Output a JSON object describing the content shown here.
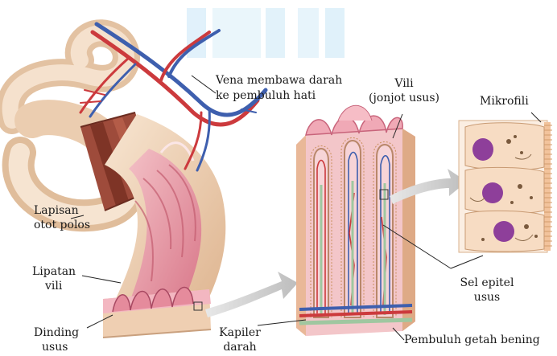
{
  "labels": {
    "vena": [
      "Vena membawa darah",
      "ke pembuluh  hati"
    ],
    "vili": [
      "Vili",
      "(jonjot usus)"
    ],
    "mikrofili": "Mikrofili",
    "lapisan": [
      "Lapisan",
      "otot polos"
    ],
    "lipatan": [
      "Lipatan",
      "vili"
    ],
    "dinding": [
      "Dinding",
      "usus"
    ],
    "kapiler": [
      "Kapiler",
      "darah"
    ],
    "sel_epitel": [
      "Sel epitel",
      "usus"
    ],
    "pembuluh_getah": "Pembuluh getah bening"
  },
  "colors": {
    "background": "#ffffff",
    "watermark": "#d8eef8",
    "tissue_pink": "#eaa0ab",
    "tissue_light": "#f6cdd0",
    "muscle_brown": "#9e4b3b",
    "outer_tan": "#efcfb2",
    "artery_red": "#cc3a3d",
    "vein_blue": "#3e5fae",
    "lymph_green": "#9fc7a0",
    "cell_bg": "#f7dcc3",
    "nucleus_purple": "#8e3f9a",
    "arrow_gray": "#c9c9c9"
  }
}
